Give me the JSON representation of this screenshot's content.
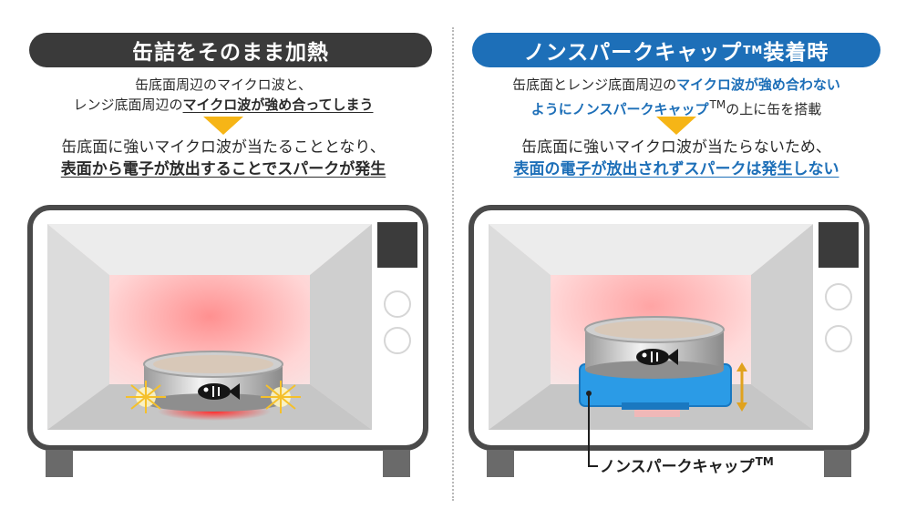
{
  "left": {
    "title": "缶詰をそのまま加熱",
    "desc1_line1": "缶底面周辺のマイクロ波と、",
    "desc1_line2_pre": "レンジ底面周辺の",
    "desc1_line2_emph": "マイクロ波が強め合ってしまう",
    "desc2_line1": "缶底面に強いマイクロ波が当たることとなり、",
    "desc2_line2": "表面から電子が放出することでスパークが発生"
  },
  "right": {
    "title": "ノンスパークキャップ",
    "title_tm": "TM",
    "title_suffix": "装着時",
    "desc1_line1_pre": "缶底面とレンジ底面周辺の",
    "desc1_line1_emph": "マイクロ波が強め合わない",
    "desc1_line2_emph": "ようにノンスパークキャップ",
    "desc1_line2_tm": "TM",
    "desc1_line2_post": "の上に缶を搭載",
    "desc2_line1": "缶底面に強いマイクロ波が当たらないため、",
    "desc2_line2": "表面の電子が放出されずスパークは発生しない",
    "cap_label": "ノンスパークキャップ",
    "cap_label_tm": "TM"
  },
  "colors": {
    "left_title_bg": "#3a3a3a",
    "right_title_bg": "#1d6fb8",
    "arrow": "#f6b516",
    "cap_blue": "#2b9be6",
    "heat_red": "#ff5a5a",
    "spark": "#f5d23a"
  },
  "icons": [
    "down-arrow-icon",
    "microwave-icon",
    "can-icon",
    "fish-icon",
    "spark-icon",
    "double-arrow-icon"
  ]
}
